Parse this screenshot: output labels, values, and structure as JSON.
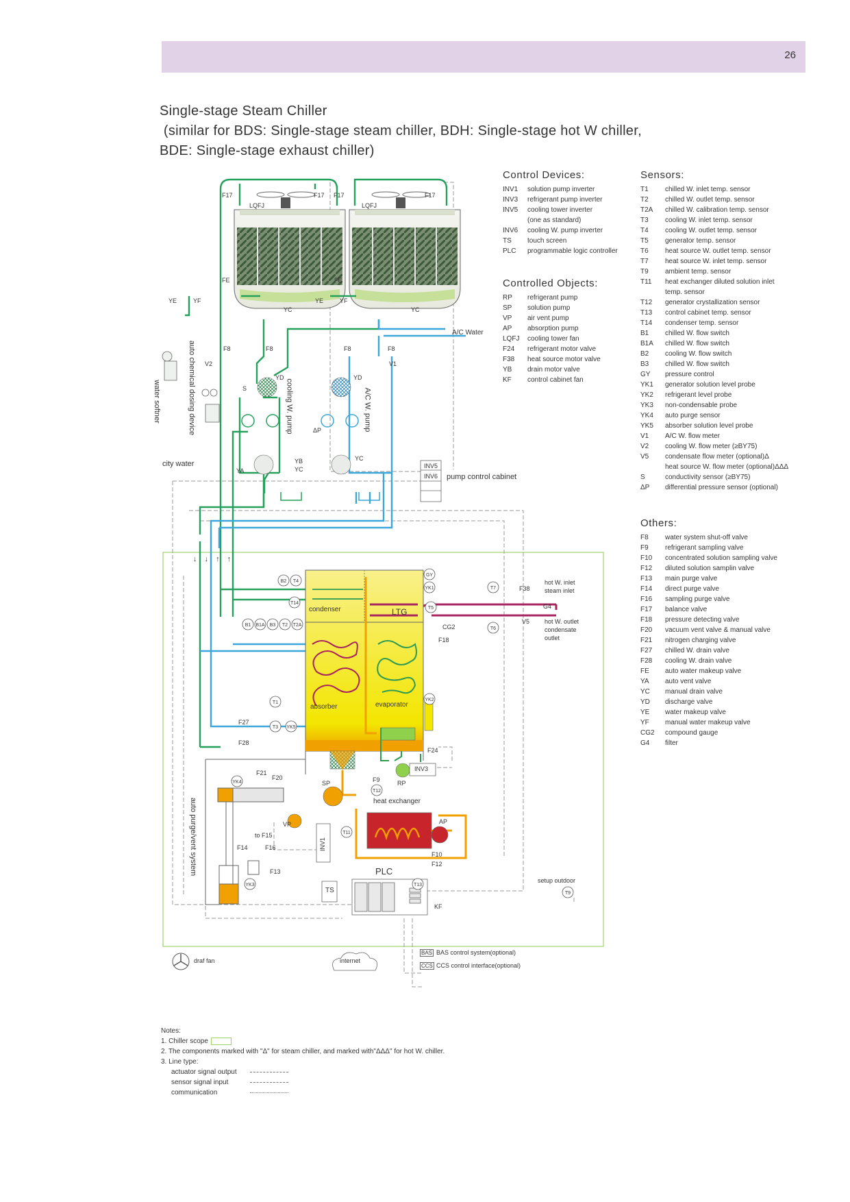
{
  "page_number": "26",
  "title": {
    "line1": "Single-stage Steam Chiller",
    "line2": " (similar for BDS: Single-stage steam chiller, BDH: Single-stage hot W chiller,",
    "line3": "BDE: Single-stage exhaust chiller)"
  },
  "control_devices": {
    "heading": "Control Devices:",
    "items": [
      {
        "code": "INV1",
        "desc": "solution pump inverter"
      },
      {
        "code": "INV3",
        "desc": "refrigerant pump inverter"
      },
      {
        "code": "INV5",
        "desc": "cooling tower inverter"
      },
      {
        "code": "",
        "desc": "(one as standard)"
      },
      {
        "code": "INV6",
        "desc": "cooling W. pump inverter"
      },
      {
        "code": "TS",
        "desc": "touch screen"
      },
      {
        "code": "PLC",
        "desc": "programmable logic controller"
      }
    ]
  },
  "controlled_objects": {
    "heading": "Controlled Objects:",
    "items": [
      {
        "code": "RP",
        "desc": "refrigerant pump"
      },
      {
        "code": "SP",
        "desc": "solution pump"
      },
      {
        "code": "VP",
        "desc": "air vent pump"
      },
      {
        "code": "AP",
        "desc": "absorption pump"
      },
      {
        "code": "LQFJ",
        "desc": "cooling tower fan"
      },
      {
        "code": "F24",
        "desc": "refrigerant motor valve"
      },
      {
        "code": "F38",
        "desc": "heat source motor valve"
      },
      {
        "code": "YB",
        "desc": "drain motor valve"
      },
      {
        "code": "KF",
        "desc": "control cabinet fan"
      }
    ]
  },
  "sensors": {
    "heading": "Sensors:",
    "items": [
      {
        "code": "T1",
        "desc": "chilled W. inlet temp. sensor"
      },
      {
        "code": "T2",
        "desc": "chilled W. outlet temp. sensor"
      },
      {
        "code": "T2A",
        "desc": "chilled W. calibration temp. sensor"
      },
      {
        "code": "T3",
        "desc": "cooling W. inlet temp. sensor"
      },
      {
        "code": "T4",
        "desc": "cooling W. outlet temp. sensor"
      },
      {
        "code": "T5",
        "desc": "generator temp. sensor"
      },
      {
        "code": "T6",
        "desc": "heat source W. outlet temp. sensor"
      },
      {
        "code": "T7",
        "desc": "heat source W. inlet temp. sensor"
      },
      {
        "code": "T9",
        "desc": "ambient temp. sensor"
      },
      {
        "code": "T11",
        "desc": "heat exchanger diluted solution inlet"
      },
      {
        "code": "",
        "desc": "temp. sensor"
      },
      {
        "code": "T12",
        "desc": "generator crystallization sensor"
      },
      {
        "code": "T13",
        "desc": "control cabinet temp. sensor"
      },
      {
        "code": "T14",
        "desc": "condenser temp. sensor"
      },
      {
        "code": "B1",
        "desc": "chilled W. flow switch"
      },
      {
        "code": "B1A",
        "desc": "chilled W. flow switch"
      },
      {
        "code": "B2",
        "desc": "cooling W. flow switch"
      },
      {
        "code": "B3",
        "desc": "chilled W. flow switch"
      },
      {
        "code": "GY",
        "desc": "pressure control"
      },
      {
        "code": "YK1",
        "desc": "generator solution level probe"
      },
      {
        "code": "YK2",
        "desc": "refrigerant level probe"
      },
      {
        "code": "YK3",
        "desc": "non-condensable probe"
      },
      {
        "code": "YK4",
        "desc": "auto purge sensor"
      },
      {
        "code": "YK5",
        "desc": "absorber solution level probe"
      },
      {
        "code": "V1",
        "desc": "A/C W. flow meter"
      },
      {
        "code": "V2",
        "desc": "cooling W. flow meter (≥BY75)"
      },
      {
        "code": "V5",
        "desc": "condensate flow meter (optional)Δ"
      },
      {
        "code": "",
        "desc": "heat source W. flow meter (optional)ΔΔΔ"
      },
      {
        "code": "S",
        "desc": "conductivity sensor (≥BY75)"
      },
      {
        "code": "ΔP",
        "desc": "differential pressure sensor (optional)"
      }
    ]
  },
  "others": {
    "heading": "Others:",
    "items": [
      {
        "code": "F8",
        "desc": "water system shut-off valve"
      },
      {
        "code": "F9",
        "desc": "refrigerant sampling valve"
      },
      {
        "code": "F10",
        "desc": "concentrated solution sampling valve"
      },
      {
        "code": "F12",
        "desc": "diluted solution samplin valve"
      },
      {
        "code": "F13",
        "desc": "main purge valve"
      },
      {
        "code": "F14",
        "desc": "direct purge valve"
      },
      {
        "code": "F16",
        "desc": "sampling purge valve"
      },
      {
        "code": "F17",
        "desc": "balance valve"
      },
      {
        "code": "F18",
        "desc": "pressure detecting valve"
      },
      {
        "code": "F20",
        "desc": "vacuum vent valve & manual valve"
      },
      {
        "code": "F21",
        "desc": "nitrogen charging valve"
      },
      {
        "code": "F27",
        "desc": "chilled W. drain valve"
      },
      {
        "code": "F28",
        "desc": "cooling W. drain valve"
      },
      {
        "code": "FE",
        "desc": "auto water makeup valve"
      },
      {
        "code": "YA",
        "desc": "auto vent valve"
      },
      {
        "code": "YC",
        "desc": "manual drain valve"
      },
      {
        "code": "YD",
        "desc": "discharge valve"
      },
      {
        "code": "YE",
        "desc": "water makeup valve"
      },
      {
        "code": "YF",
        "desc": "manual water makeup valve"
      },
      {
        "code": "CG2",
        "desc": "compound gauge"
      },
      {
        "code": "G4",
        "desc": "filter"
      }
    ]
  },
  "diagram_labels": {
    "condenser": "condenser",
    "ltg": "LTG",
    "absorber": "absorber",
    "evaporator": "evaporator",
    "heat_exchanger": "heat exchanger",
    "plc": "PLC",
    "ts": "TS",
    "kf": "KF",
    "inv1": "INV1",
    "inv3": "INV3",
    "inv5": "INV5",
    "inv6": "INV6",
    "pump_control_cabinet": "pump control cabinet",
    "ac_water": "A/C Water",
    "city_water": "city water",
    "water_softner": "water softner",
    "auto_chemical_dosing": "auto chemical dosing device",
    "cooling_w_pump": "cooling W. pump",
    "ac_w_pump": "A/C W. pump",
    "auto_purge_vent": "auto purge/vent system",
    "hot_w_inlet": "hot W. inlet",
    "steam_inlet": "steam inlet",
    "hot_w_outlet": "hot W. outlet",
    "condensate": "condensate",
    "outlet": "outlet",
    "setup_outdoor": "setup outdoor",
    "draf_fan": "draf fan",
    "internet": "internet",
    "bas_tag": "BAS",
    "bas_text": "BAS control system(optional)",
    "ccs_tag": "CCS",
    "ccs_text": "CCS control interface(optional)",
    "to_f15": "to F15",
    "lqfj": "LQFJ",
    "f17": "F17",
    "fe": "FE",
    "ye": "YE",
    "yf": "YF",
    "yc": "YC",
    "f8": "F8",
    "v2": "V2",
    "v1": "V1",
    "yd": "YD",
    "s": "S",
    "dp": "ΔP",
    "ya": "YA",
    "yb": "YB",
    "b2": "B2",
    "t4": "T4",
    "t14": "T14",
    "b1": "B1",
    "b1a": "B1A",
    "b3": "B3",
    "t2": "T2",
    "t2a": "T2A",
    "t1": "T1",
    "t3": "T3",
    "yk5": "YK5",
    "f27": "F27",
    "f28": "F28",
    "gy": "GY",
    "yk1": "YK1",
    "t5": "T5",
    "cg2": "CG2",
    "f18": "F18",
    "t7": "T7",
    "t6": "T6",
    "f38": "F38",
    "g4": "G4",
    "v5": "V5",
    "yk2": "YK2",
    "f24": "F24",
    "f9": "F9",
    "rp": "RP",
    "t12": "T12",
    "sp": "SP",
    "ap": "AP",
    "t11": "T11",
    "f10": "F10",
    "f12": "F12",
    "yk4": "YK4",
    "f21": "F21",
    "f20": "F20",
    "vp": "VP",
    "f14": "F14",
    "f16": "F16",
    "f13": "F13",
    "yk3": "YK3",
    "t13": "T13",
    "t9": "T9",
    "arrows": "↓ ↓ ↑ ↑"
  },
  "notes": {
    "heading": "Notes:",
    "n1": "1. Chiller scope",
    "n2": "2. The components marked with \"Δ\" for steam chiller, and marked with\"ΔΔΔ\" for hot W. chiller.",
    "n3": "3. Line type:",
    "lt1": "actuator signal output",
    "lt2": "sensor signal input",
    "lt3": "communication"
  },
  "colors": {
    "header": "#e2d2e8",
    "cooling_water": "#25a05a",
    "chilled_water": "#3aa6dc",
    "heat_source": "#a8245e",
    "vessel_yellow": "#f3e600",
    "heat_exchanger_red": "#c8242c",
    "scope_green": "#9ed36a"
  }
}
